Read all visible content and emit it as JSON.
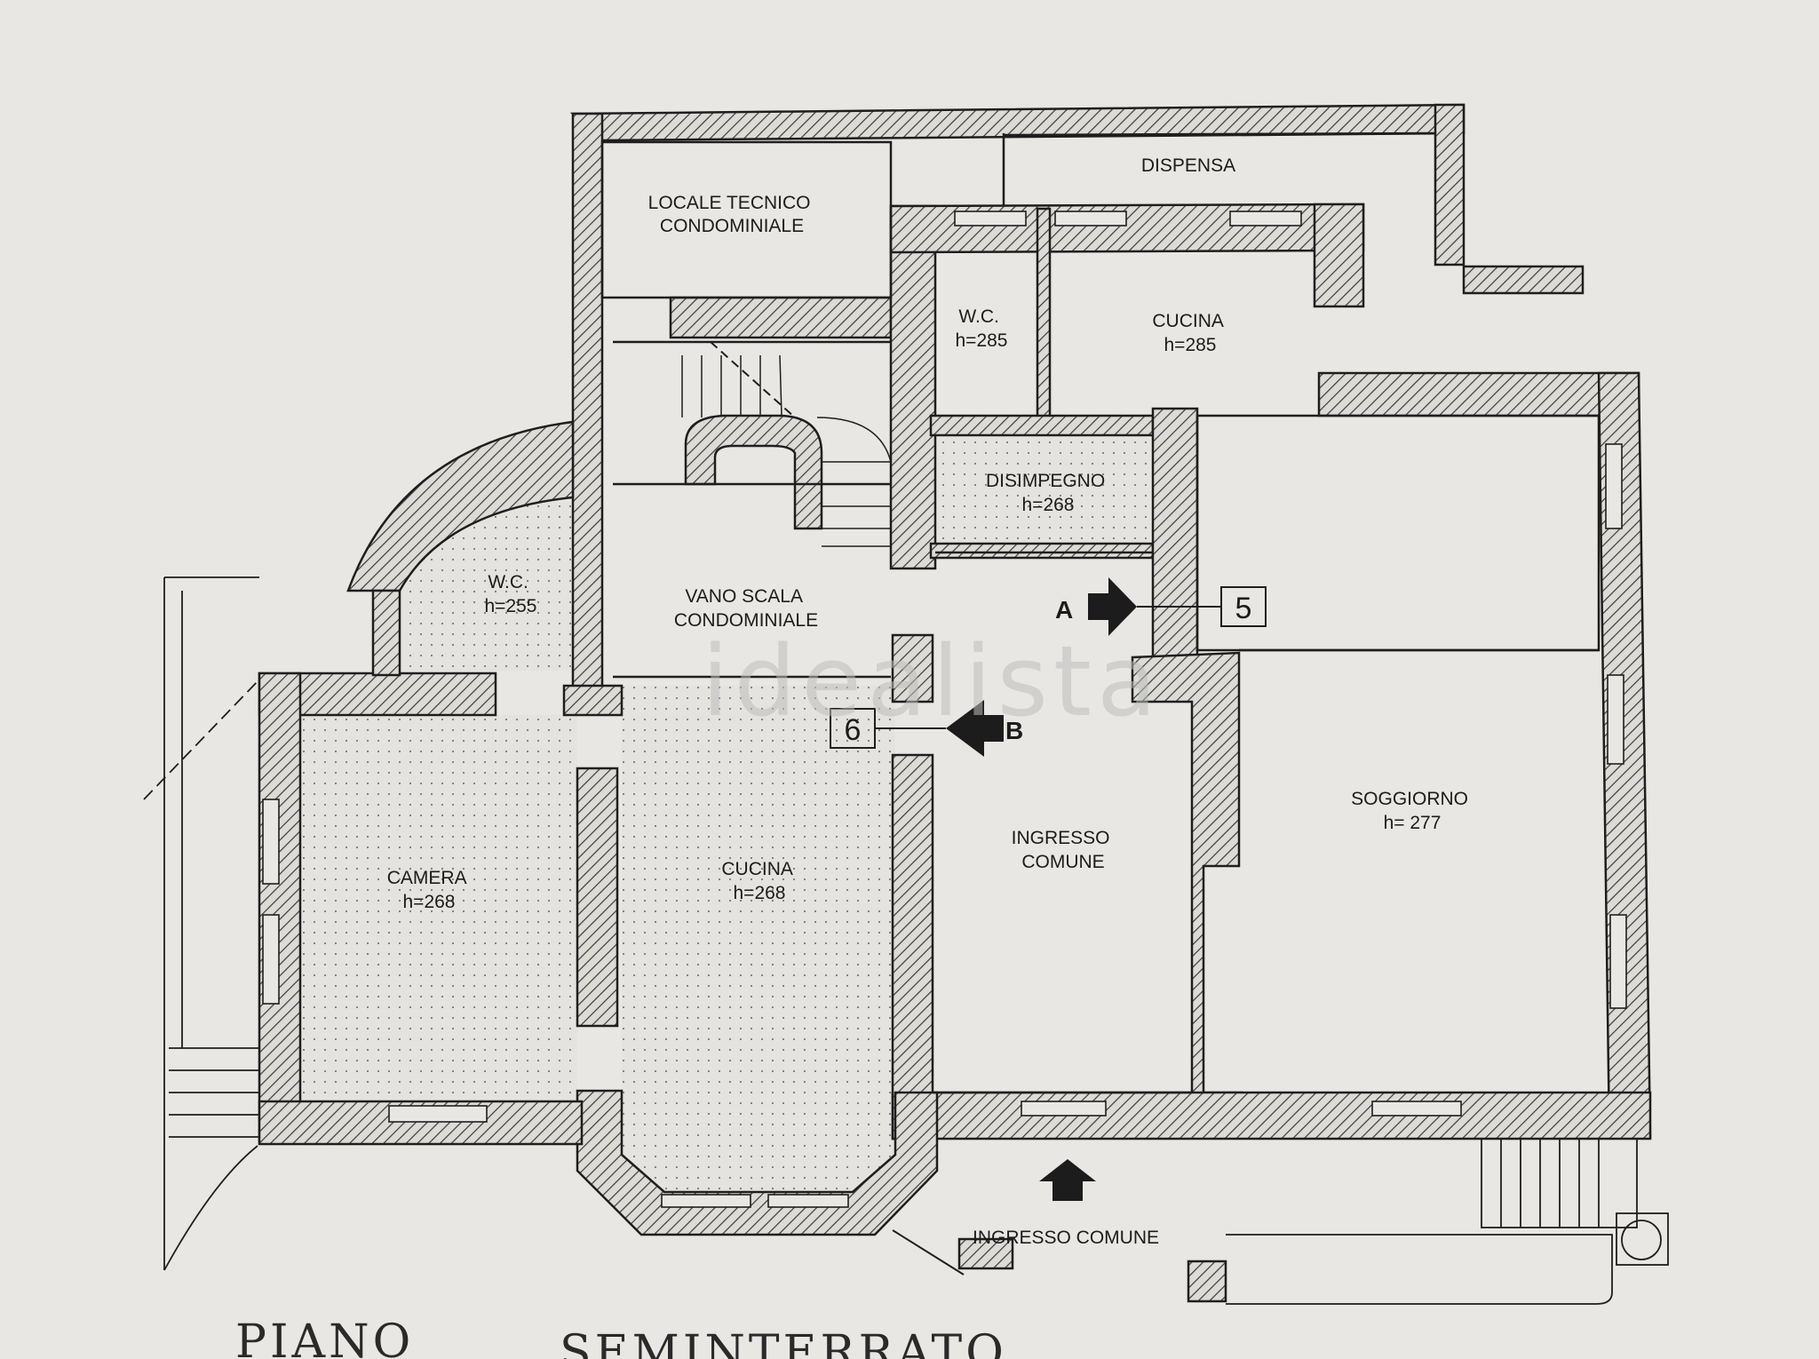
{
  "plan": {
    "rooms": {
      "locale_tecnico": [
        "LOCALE TECNICO",
        "CONDOMINIALE"
      ],
      "dispensa": [
        "DISPENSA"
      ],
      "wc_top": [
        "W.C.",
        "h=285"
      ],
      "cucina_top": [
        "CUCINA",
        "h=285"
      ],
      "disimpegno": [
        "DISIMPEGNO",
        "h=268"
      ],
      "wc_left": [
        "W.C.",
        "h=255"
      ],
      "vano_scala": [
        "VANO SCALA",
        "CONDOMINIALE"
      ],
      "camera": [
        "CAMERA",
        "h=268"
      ],
      "cucina_main": [
        "CUCINA",
        "h=268"
      ],
      "ingresso_comune_room": [
        "INGRESSO",
        "COMUNE"
      ],
      "soggiorno": [
        "SOGGIORNO",
        "h= 277"
      ]
    },
    "entrance_label": "INGRESSO COMUNE",
    "refs": {
      "a_letter": "A",
      "a_number": "5",
      "b_letter": "B",
      "b_number": "6"
    },
    "watermark": "idealista",
    "handwritten_title": [
      "PIANO",
      "SEMINTERRATO"
    ],
    "colors": {
      "paper": "#e8e7e3",
      "line": "#1e1e1e",
      "hatch": "#3a3a3a",
      "watermark": "#bdbdbd"
    }
  }
}
